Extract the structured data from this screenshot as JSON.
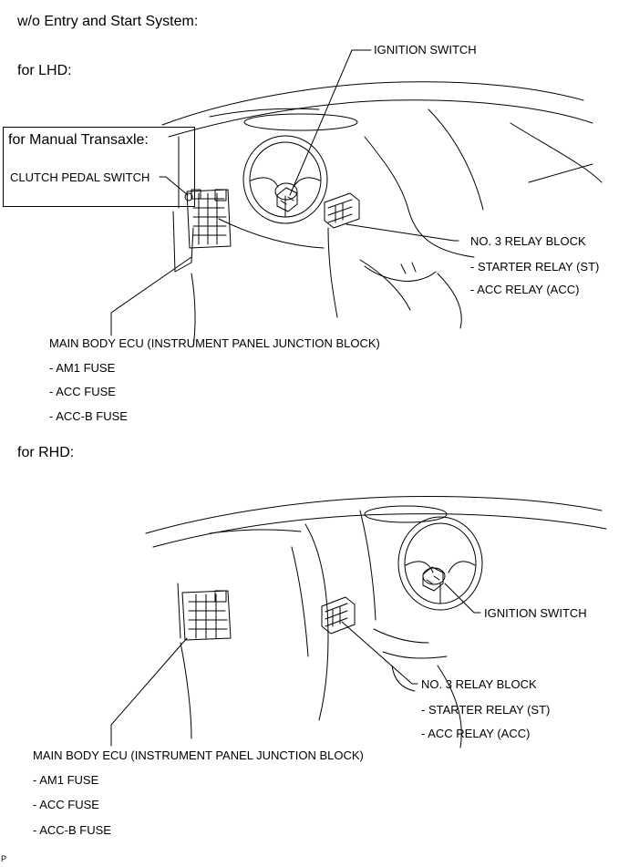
{
  "header": {
    "system": "w/o Entry and Start System:"
  },
  "lhd": {
    "title": "for LHD:",
    "box_title": "for Manual Transaxle:",
    "clutch_pedal_switch": "CLUTCH PEDAL SWITCH",
    "ignition_switch": "IGNITION SWITCH",
    "relay_block": "NO. 3 RELAY BLOCK",
    "relay_items": [
      "- STARTER RELAY (ST)",
      "- ACC RELAY (ACC)"
    ],
    "main_body_ecu": "MAIN BODY ECU (INSTRUMENT PANEL JUNCTION BLOCK)",
    "fuses": [
      "- AM1 FUSE",
      "- ACC FUSE",
      "- ACC-B FUSE"
    ]
  },
  "rhd": {
    "title": "for RHD:",
    "ignition_switch": "IGNITION SWITCH",
    "relay_block": "NO. 3 RELAY BLOCK",
    "relay_items": [
      "- STARTER RELAY (ST)",
      "- ACC RELAY (ACC)"
    ],
    "main_body_ecu": "MAIN BODY ECU (INSTRUMENT PANEL JUNCTION BLOCK)",
    "fuses": [
      "- AM1 FUSE",
      "- ACC FUSE",
      "- ACC-B FUSE"
    ]
  },
  "footer": {
    "code": "P"
  }
}
